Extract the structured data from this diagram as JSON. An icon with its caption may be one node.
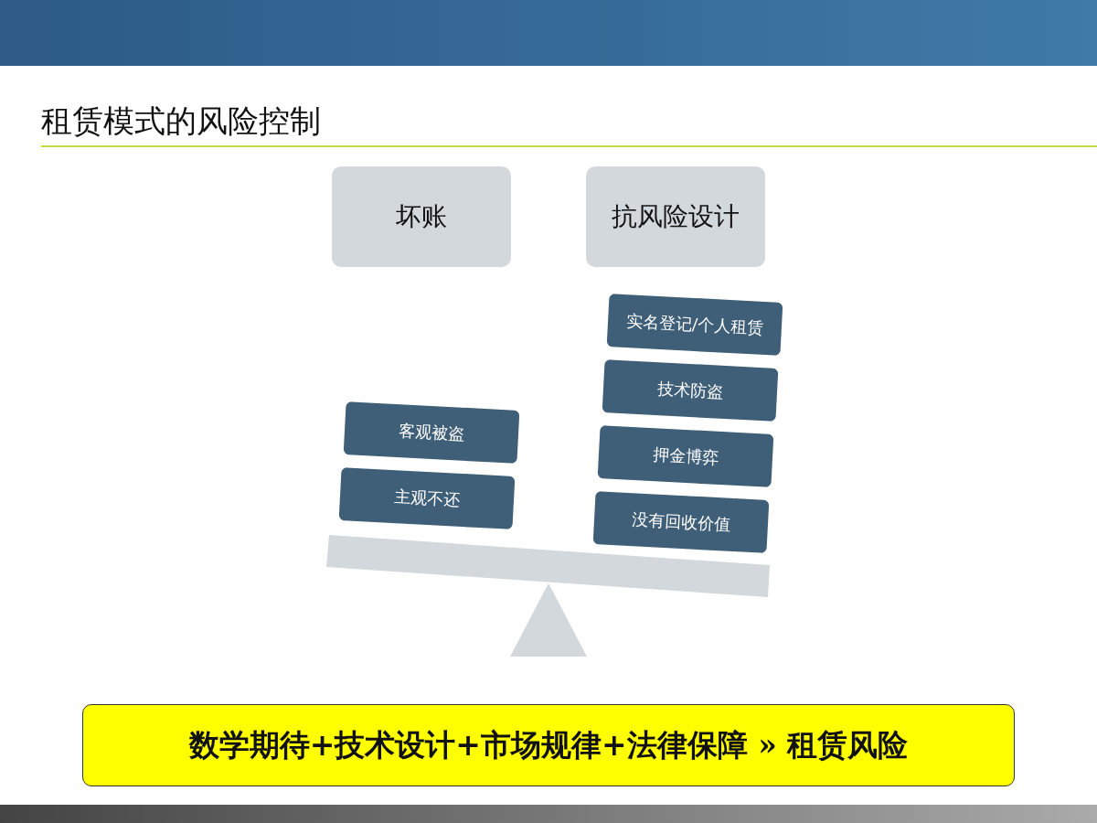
{
  "diagram": {
    "title": "租赁模式的风险控制",
    "nodes": [
      {
        "text": [
          "坏账"
        ]
      },
      {
        "text": [
          "抗风险设计"
        ]
      },
      {
        "text": [
          "客观被盗"
        ]
      },
      {
        "text": [
          "主观不还"
        ]
      },
      {
        "text": [
          "实名登记/个人租赁"
        ]
      },
      {
        "text": [
          "技术防盗"
        ]
      },
      {
        "text": [
          "押金博弈"
        ]
      },
      {
        "text": [
          "没有回收价值"
        ]
      },
      {
        "text": [
          "数学期待+技术设计+市场规律+法律保障 » 租赁风险"
        ]
      }
    ],
    "edges": []
  }
}
